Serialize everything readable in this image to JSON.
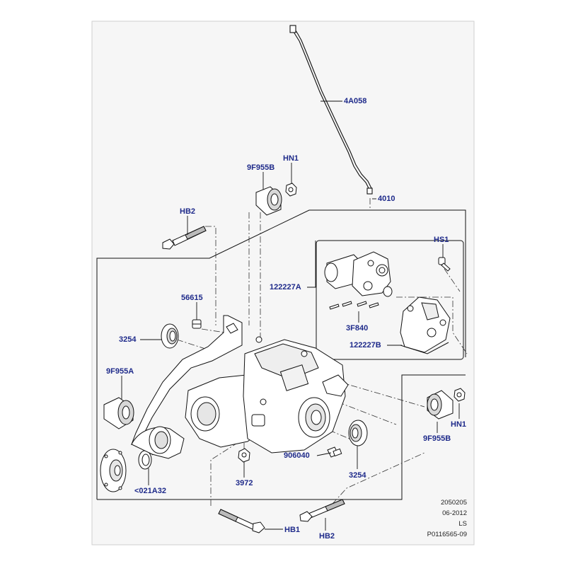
{
  "diagram": {
    "part_labels": {
      "vent_tube": "4A058",
      "bushing_top": "9F955B",
      "nut_top": "HN1",
      "bolt_top_left": "HB2",
      "differential_assembly": "4010",
      "sensor_hs1": "HS1",
      "actuator_motor": "122227A",
      "plug_56615": "56615",
      "seal_left_top": "3254",
      "actuator_bolts": "3F840",
      "actuator_cover": "122227B",
      "bushing_left": "9F955A",
      "bushing_right": "9F955B",
      "nut_right": "HN1",
      "sensor_906040": "906040",
      "seal_right": "3254",
      "plug_3972": "3972",
      "flange": "<021A32",
      "bolt_bottom_left": "HB1",
      "bolt_bottom_right": "HB2"
    },
    "meta": {
      "ref_code": "2050205",
      "date": "06-2012",
      "side": "LS",
      "illustration_id": "P0116565-09"
    },
    "colors": {
      "label": "#1e2a8a",
      "line": "#111111",
      "frame_border": "#cfcfcf",
      "frame_fill": "#f6f6f6"
    }
  }
}
